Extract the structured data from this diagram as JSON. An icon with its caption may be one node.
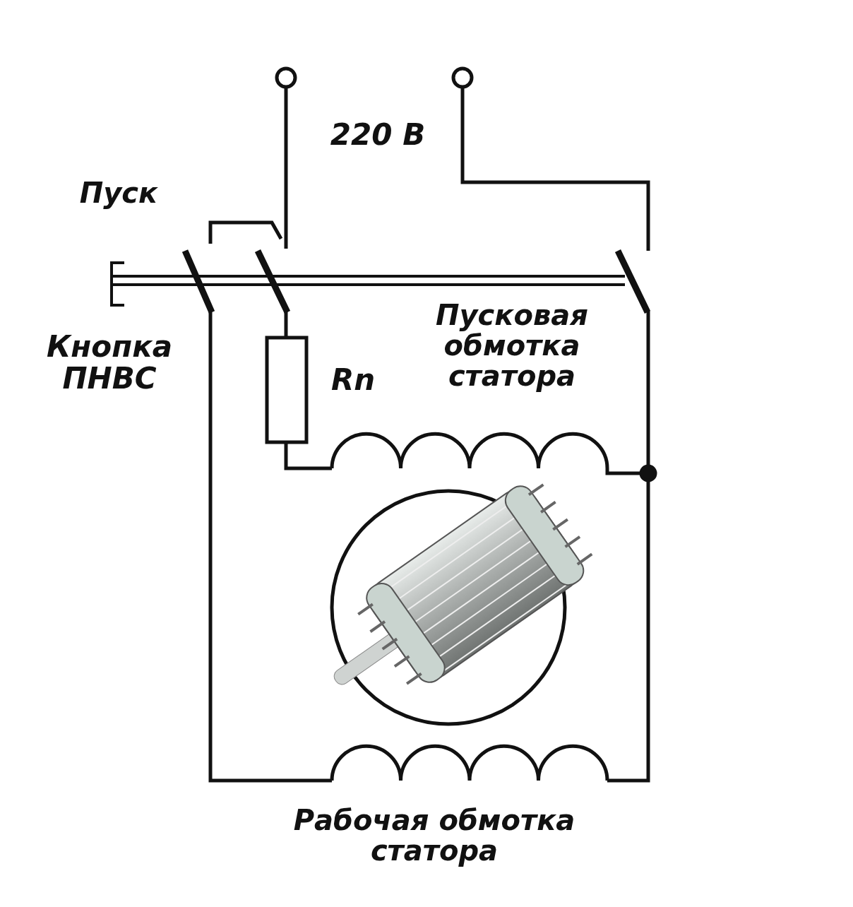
{
  "diagram": {
    "labels": [
      "220 В",
      "Пуск",
      "Кнопка ПНВС",
      "Rn",
      "Пусковая обмотка статора",
      "Рабочая обмотка статора"
    ]
  }
}
